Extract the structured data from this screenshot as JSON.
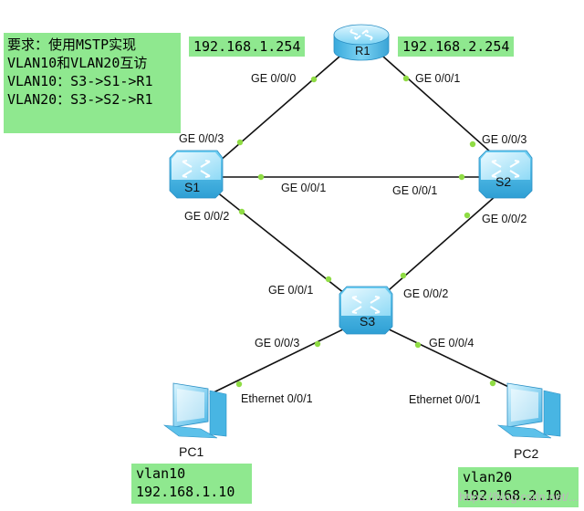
{
  "requirement": {
    "lines": [
      "要求：使用MSTP实现",
      "VLAN10和VLAN20互访",
      "VLAN10：S3->S1->R1",
      "VLAN20：S3->S2->R1"
    ]
  },
  "devices": {
    "r1": "R1",
    "s1": "S1",
    "s2": "S2",
    "s3": "S3",
    "pc1": "PC1",
    "pc2": "PC2"
  },
  "ips": {
    "r1_left": "192.168.1.254",
    "r1_right": "192.168.2.254"
  },
  "ports": {
    "r1_g0": "GE 0/0/0",
    "r1_g1": "GE 0/0/1",
    "s1_g3": "GE 0/0/3",
    "s1_g1": "GE 0/0/1",
    "s1_g2": "GE 0/0/2",
    "s2_g3": "GE 0/0/3",
    "s2_g1": "GE 0/0/1",
    "s2_g2": "GE 0/0/2",
    "s3_g1": "GE 0/0/1",
    "s3_g2": "GE 0/0/2",
    "s3_g3": "GE 0/0/3",
    "s3_g4": "GE 0/0/4",
    "pc1_eth": "Ethernet 0/0/1",
    "pc2_eth": "Ethernet 0/0/1"
  },
  "pcs": {
    "pc1_vlan": "vlan10",
    "pc1_ip": "192.168.1.10",
    "pc2_vlan": "vlan20",
    "pc2_ip": "192.168.2.10"
  },
  "watermark": "https://blog.csdn.net/..."
}
